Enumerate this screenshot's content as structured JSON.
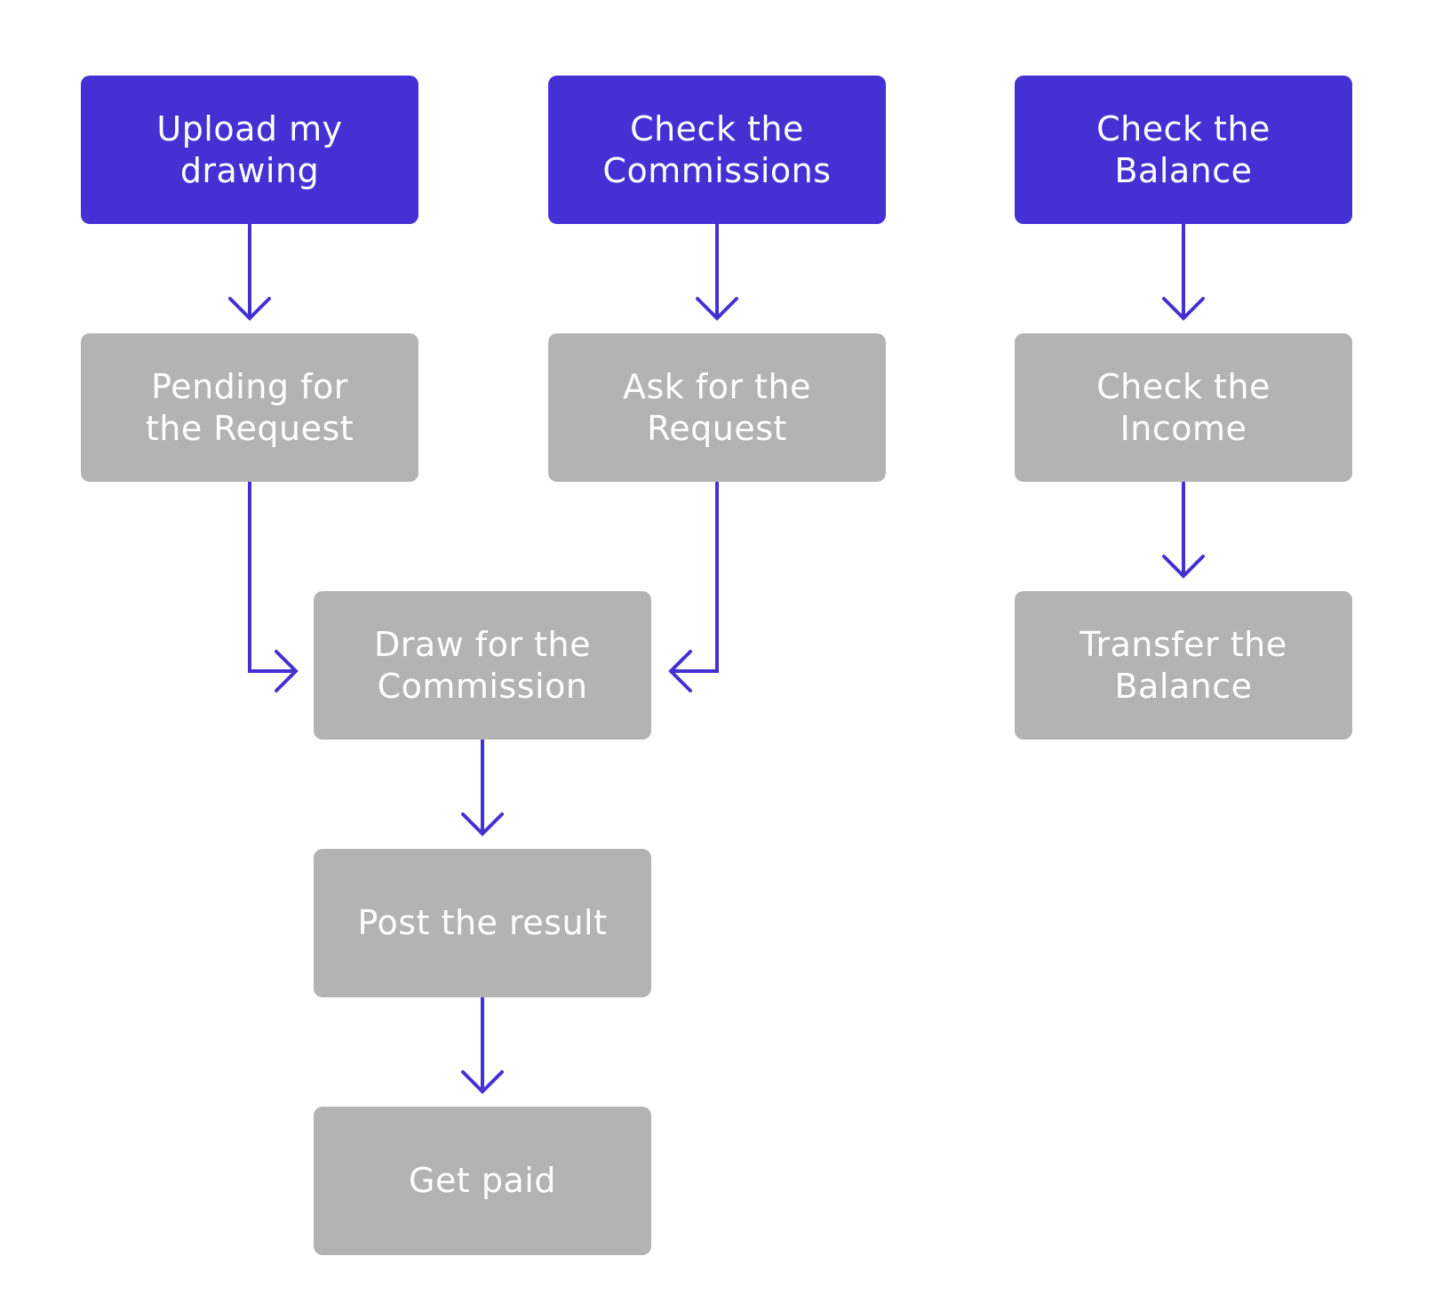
{
  "colors": {
    "primary": "#4530D3",
    "secondary": "#B3B3B3",
    "text": "#FFFFFF",
    "connector": "#4530D3"
  },
  "nodes": {
    "upload_my_drawing": {
      "label": "Upload my drawing",
      "kind": "primary"
    },
    "check_the_commissions": {
      "label": "Check the\nCommissions",
      "kind": "primary"
    },
    "check_the_balance": {
      "label": "Check the\nBalance",
      "kind": "primary"
    },
    "pending_for_the_request": {
      "label": "Pending for\nthe Request",
      "kind": "secondary"
    },
    "ask_for_the_request": {
      "label": "Ask for the Request",
      "kind": "secondary"
    },
    "check_the_income": {
      "label": "Check the\nIncome",
      "kind": "secondary"
    },
    "draw_for_the_commission": {
      "label": "Draw for the\nCommission",
      "kind": "secondary"
    },
    "transfer_the_balance": {
      "label": "Transfer the\nBalance",
      "kind": "secondary"
    },
    "post_the_result": {
      "label": "Post the result",
      "kind": "secondary"
    },
    "get_paid": {
      "label": "Get paid",
      "kind": "secondary"
    }
  },
  "edges": [
    {
      "from": "upload_my_drawing",
      "to": "pending_for_the_request"
    },
    {
      "from": "check_the_commissions",
      "to": "ask_for_the_request"
    },
    {
      "from": "check_the_balance",
      "to": "check_the_income"
    },
    {
      "from": "pending_for_the_request",
      "to": "draw_for_the_commission"
    },
    {
      "from": "ask_for_the_request",
      "to": "draw_for_the_commission"
    },
    {
      "from": "check_the_income",
      "to": "transfer_the_balance"
    },
    {
      "from": "draw_for_the_commission",
      "to": "post_the_result"
    },
    {
      "from": "post_the_result",
      "to": "get_paid"
    }
  ]
}
